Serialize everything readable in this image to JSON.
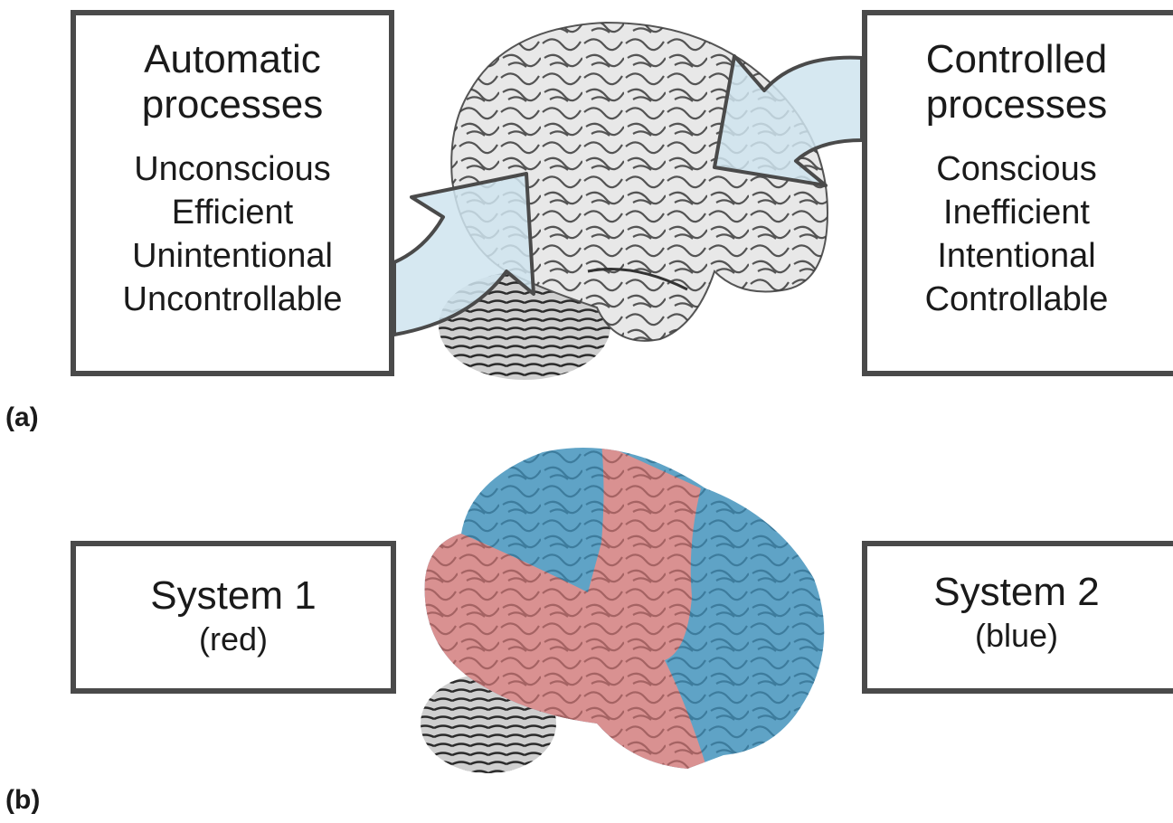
{
  "panel_a": {
    "label": "(a)",
    "left_box": {
      "title_line1": "Automatic",
      "title_line2": "processes",
      "items": [
        "Unconscious",
        "Efficient",
        "Unintentional",
        "Uncontrollable"
      ]
    },
    "right_box": {
      "title_line1": "Controlled",
      "title_line2": "processes",
      "items": [
        "Conscious",
        "Inefficient",
        "Intentional",
        "Controllable"
      ]
    }
  },
  "panel_b": {
    "label": "(b)",
    "left_box": {
      "title": "System 1",
      "subtitle": "(red)"
    },
    "right_box": {
      "title": "System 2",
      "subtitle": "(blue)"
    }
  },
  "colors": {
    "border": "#4a4a4a",
    "arrow_fill": "#cfe4ef",
    "system1_red": "#d99191",
    "system2_blue": "#5fa3c6",
    "brain_gray": "#e6e6e6"
  }
}
